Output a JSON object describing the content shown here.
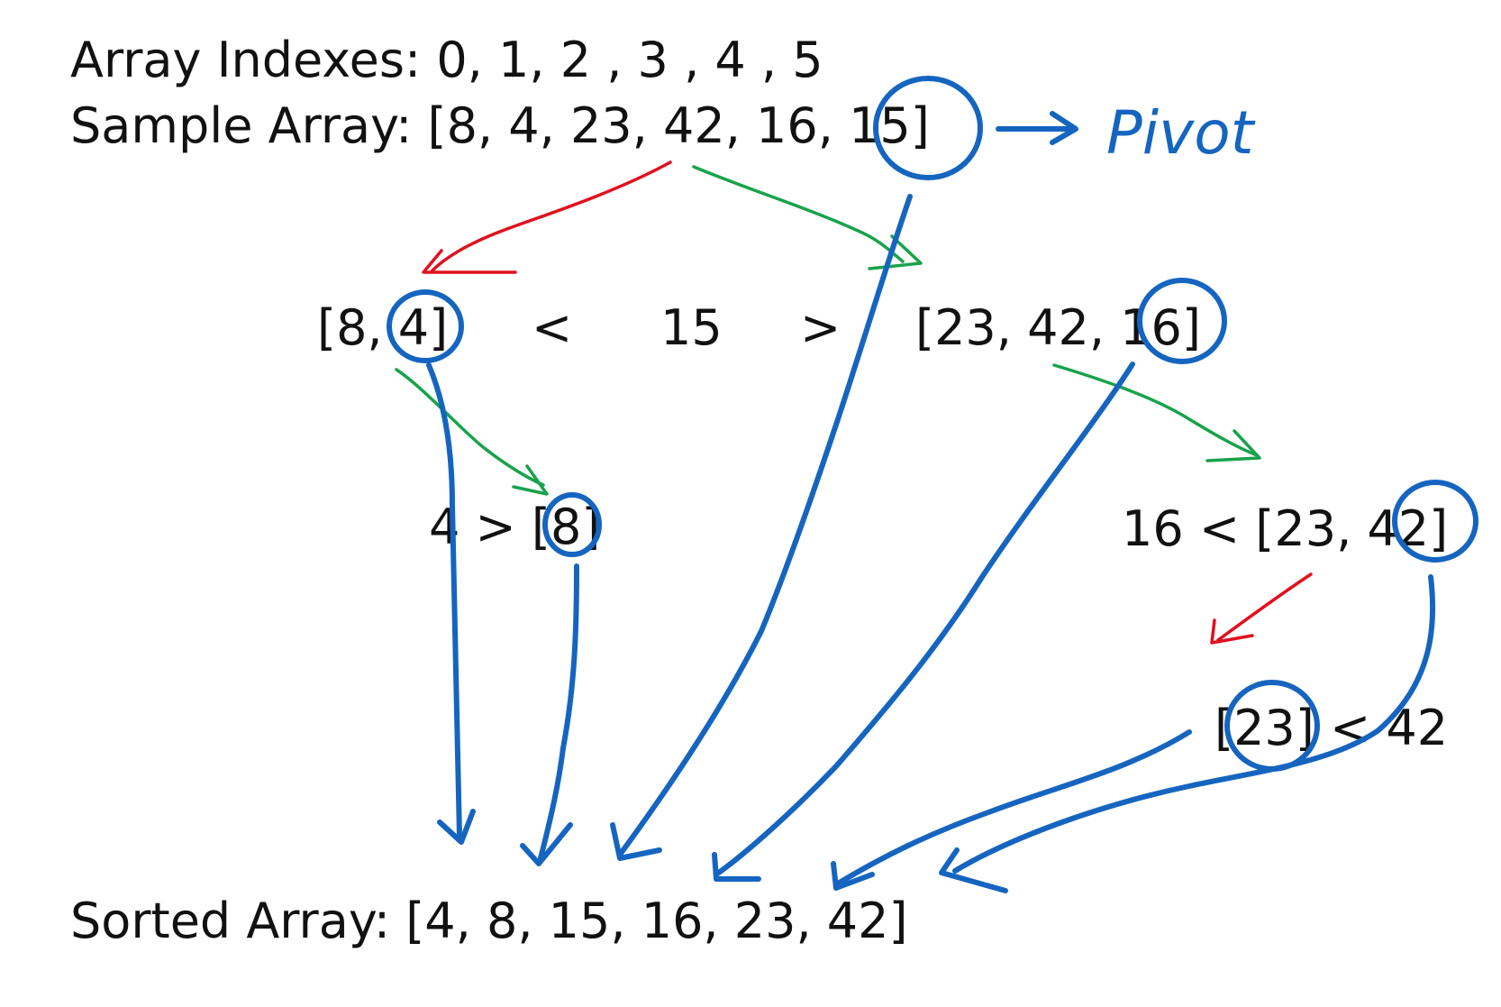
{
  "text": {
    "indexes_line": "Array Indexes: 0,  1,   2  , 3 ,  4 ,  5",
    "sample_line": "Sample Array: [8, 4, 23, 42, 16, 15]",
    "pivot_label": "Pivot",
    "left_partition": "[8, 4]",
    "less_than_1": "<",
    "root_pivot": "15",
    "greater_than_1": ">",
    "right_partition": "[23, 42, 16]",
    "left_step": "4 > [8]",
    "right_step": "16 <  [23, 42]",
    "final_step": "[23] < 42",
    "sorted_line": "Sorted Array: [4, 8, 15, 16, 23, 42]"
  },
  "colors": {
    "ink": "#111111",
    "pivot_blue": "#1565c0",
    "less_red": "#e0101e",
    "greater_green": "#17a34a"
  }
}
